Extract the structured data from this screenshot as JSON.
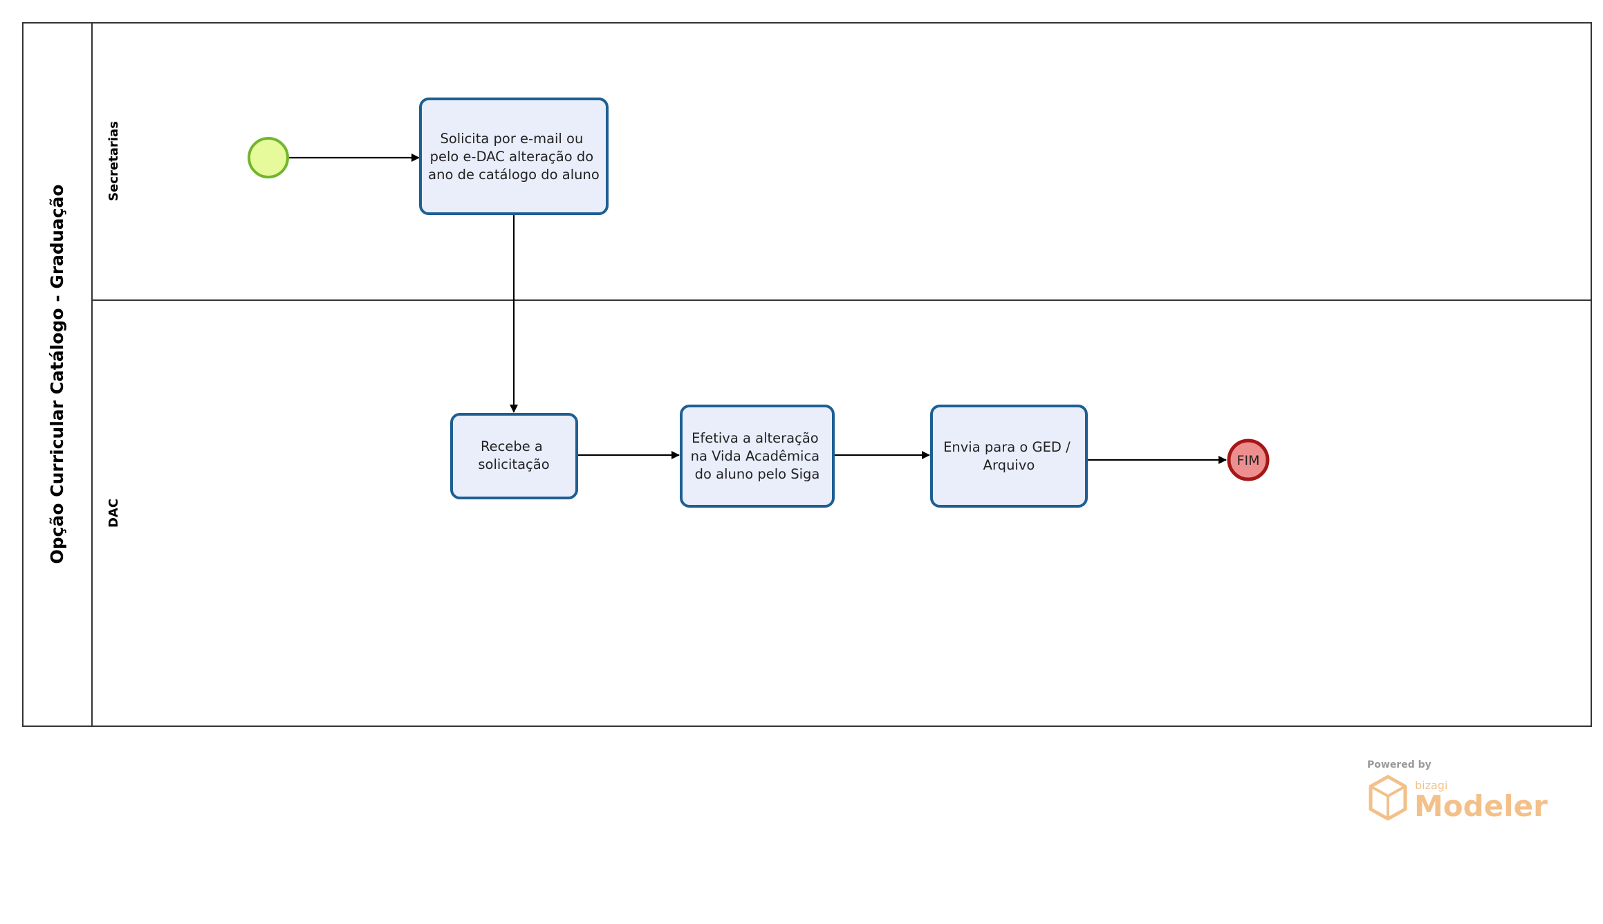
{
  "pool": {
    "title": "Opção Curricular Catálogo - Graduação"
  },
  "lanes": [
    {
      "title": "Secretarias"
    },
    {
      "title": "DAC"
    }
  ],
  "tasks": {
    "solicita": [
      "Solicita por e-mail ou",
      "pelo e-DAC alteração do",
      "ano de catálogo do aluno"
    ],
    "recebe": [
      "Recebe a",
      "solicitação"
    ],
    "efetiva": [
      "Efetiva a alteração",
      "na Vida Acadêmica",
      "do aluno pelo Siga"
    ],
    "envia": [
      "Envia para o GED /",
      "Arquivo"
    ]
  },
  "end_event": {
    "label": "FIM"
  },
  "watermark": {
    "powered_by": "Powered by",
    "brand": "bizagi",
    "product": "Modeler"
  },
  "colors": {
    "task_fill": "#eaeefb",
    "task_stroke": "#1d5f93",
    "start_fill": "#e6fa9b",
    "start_stroke": "#73b52d",
    "end_fill": "#ee8f8f",
    "end_stroke": "#a51616",
    "watermark": "#f3c08a"
  }
}
